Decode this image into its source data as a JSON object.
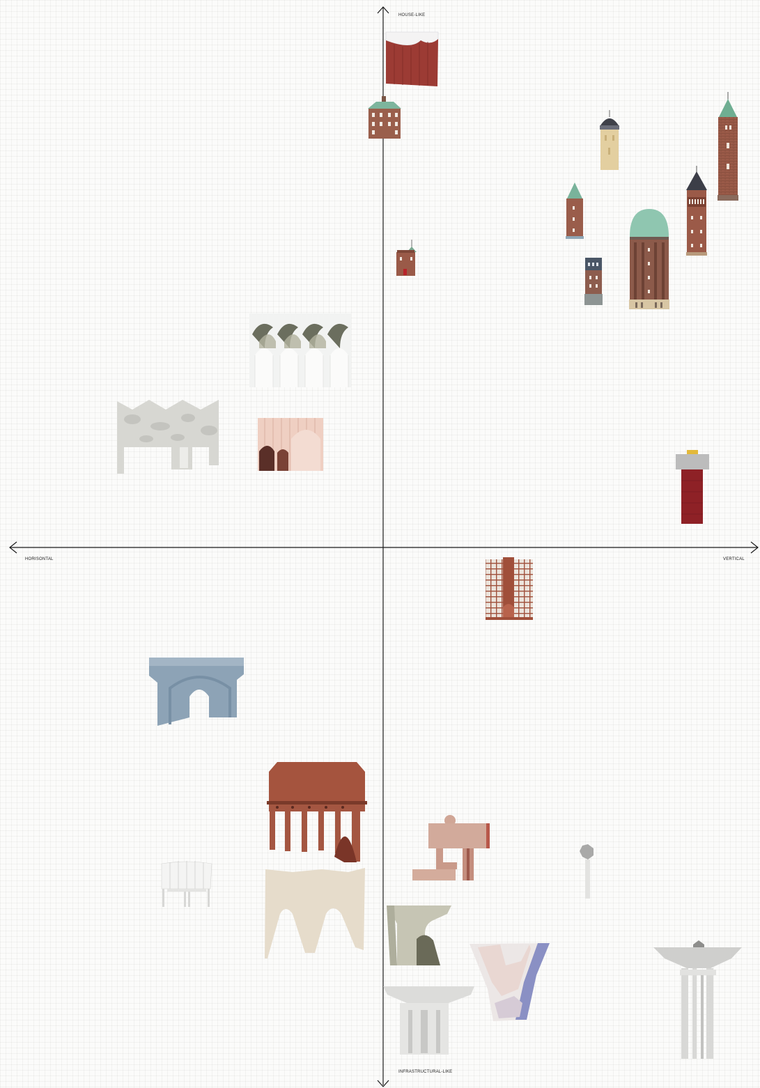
{
  "axes": {
    "top": "HOUSE-LIKE",
    "bottom": "INFRASTRUCTURAL-LIKE",
    "left": "HORISONTAL",
    "right": "VERTICAL"
  },
  "colors": {
    "axis": "#1a1a1a",
    "brick_red": "#9c3b34",
    "brick_brown": "#8a5646",
    "copper_green": "#7fb7a0",
    "sand": "#e3cfa0",
    "slate_blue": "#8da3b6",
    "rust": "#a5543e",
    "concrete": "#d2d2d0",
    "cream": "#e6dccb",
    "dusty_pink": "#cfa597"
  }
}
